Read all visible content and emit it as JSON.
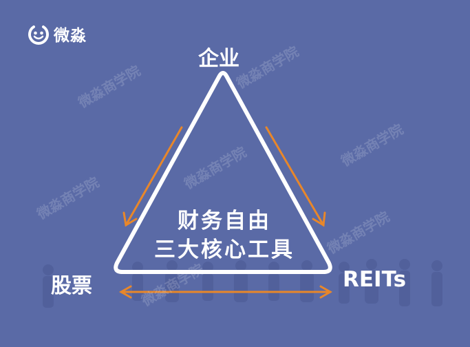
{
  "brand": {
    "logo_text": "微淼"
  },
  "watermark": "微淼商学院",
  "diagram": {
    "nodes": {
      "top": "企业",
      "left": "股票",
      "right": "REITs"
    },
    "center": {
      "line1": "财务自由",
      "line2": "三大核心工具"
    }
  },
  "colors": {
    "background": "#5a6aa6",
    "triangle": "#ffffff",
    "arrows": "#e8872a"
  }
}
